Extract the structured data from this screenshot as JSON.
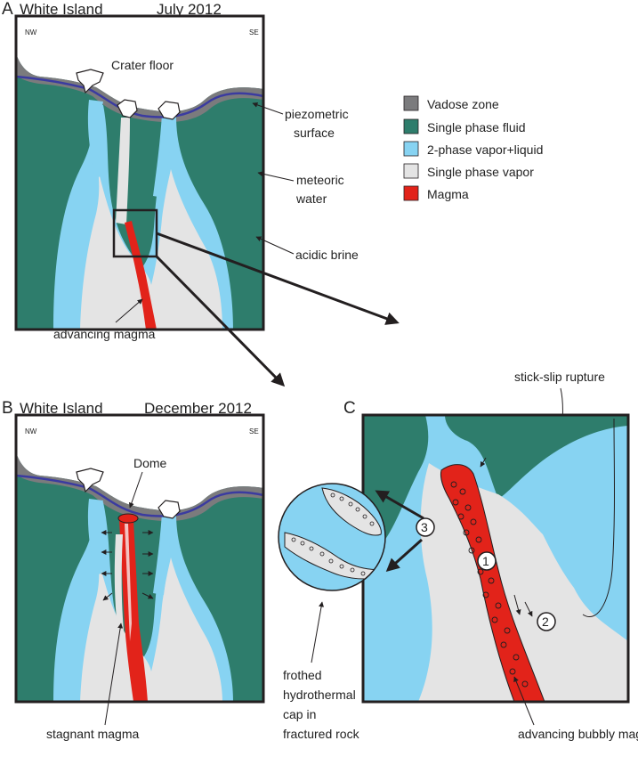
{
  "colors": {
    "vadose": "#7b7b7d",
    "single_fluid": "#2e7d6c",
    "two_phase": "#87d3f2",
    "vapor": "#e4e4e4",
    "magma": "#e2231a",
    "piezometric_line": "#3b3ba0",
    "outline": "#231f20"
  },
  "panel_a": {
    "letter": "A",
    "location": "White Island",
    "date": "July 2012",
    "nw": "NW",
    "se": "SE",
    "crater_floor": "Crater floor",
    "piezometric_1": "piezometric",
    "piezometric_2": "surface",
    "meteoric_1": "meteoric",
    "meteoric_2": "water",
    "acidic_brine": "acidic brine",
    "advancing_magma": "advancing magma"
  },
  "panel_b": {
    "letter": "B",
    "location": "White Island",
    "date": "December 2012",
    "nw": "NW",
    "se": "SE",
    "dome": "Dome",
    "stagnant_magma": "stagnant magma"
  },
  "panel_c": {
    "letter": "C",
    "stick_slip": "stick-slip rupture",
    "marker_1": "1",
    "marker_2": "2",
    "marker_3": "3",
    "frothed_1": "frothed",
    "frothed_2": "hydrothermal",
    "frothed_3": "cap in",
    "frothed_4": "fractured rock",
    "advancing_bubbly": "advancing bubbly magma"
  },
  "legend": [
    {
      "label": "Vadose zone",
      "color_key": "vadose"
    },
    {
      "label": "Single phase fluid",
      "color_key": "single_fluid"
    },
    {
      "label": "2-phase vapor+liquid",
      "color_key": "two_phase"
    },
    {
      "label": "Single phase vapor",
      "color_key": "vapor"
    },
    {
      "label": "Magma",
      "color_key": "magma"
    }
  ]
}
